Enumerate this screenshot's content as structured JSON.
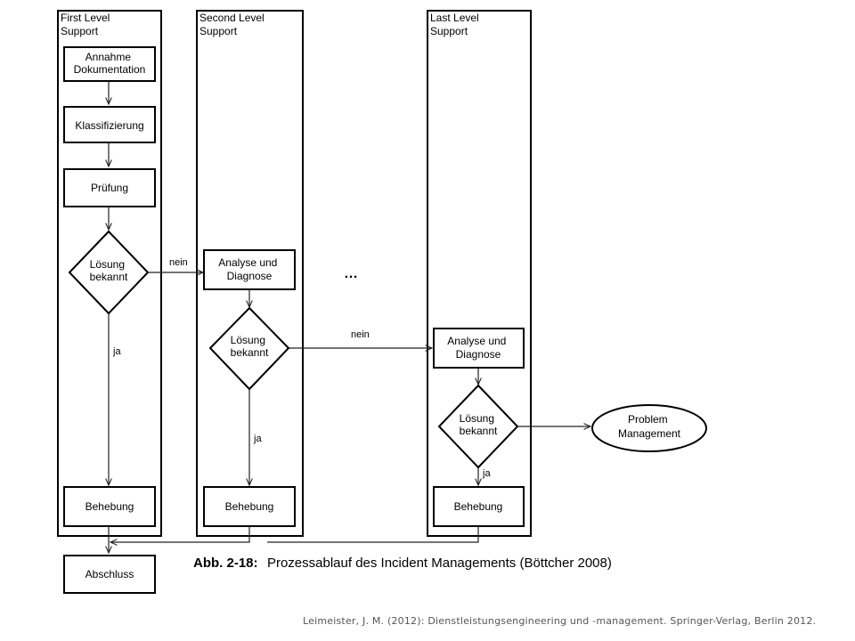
{
  "lanes": {
    "first": [
      "First Level",
      "Support"
    ],
    "second": [
      "Second Level",
      "Support"
    ],
    "last": [
      "Last Level",
      "Support"
    ]
  },
  "nodes": {
    "annahme": [
      "Annahme",
      "Dokumentation"
    ],
    "klassifizierung": [
      "Klassifizierung"
    ],
    "pruefung": [
      "Prüfung"
    ],
    "loesung1": [
      "Lösung",
      "bekannt"
    ],
    "behebung1": [
      "Behebung"
    ],
    "analyse2": [
      "Analyse und",
      "Diagnose"
    ],
    "loesung2": [
      "Lösung",
      "bekannt"
    ],
    "behebung2": [
      "Behebung"
    ],
    "analyse3": [
      "Analyse und",
      "Diagnose"
    ],
    "loesung3": [
      "Lösung",
      "bekannt"
    ],
    "behebung3": [
      "Behebung"
    ],
    "problem": [
      "Problem",
      "Management"
    ],
    "abschluss": [
      "Abschluss"
    ]
  },
  "edge_labels": {
    "nein1": "nein",
    "nein2": "nein",
    "ja1": "ja",
    "ja2": "ja",
    "ja3": "ja"
  },
  "ellipsis": "…",
  "caption": {
    "label": "Abb. 2-18:",
    "title": "Prozessablauf des Incident Managements (Böttcher 2008)"
  },
  "citation": "Leimeister, J. M. (2012): Dienstleistungsengineering und -management. Springer-Verlag, Berlin 2012."
}
